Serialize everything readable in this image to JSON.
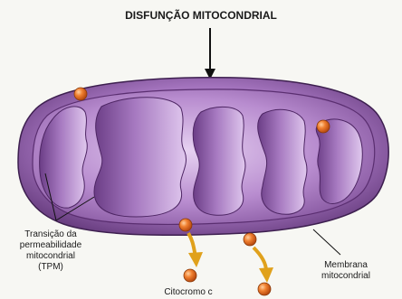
{
  "title": "DISFUNÇÃO MITOCONDRIAL",
  "labels": {
    "tpm_line1": "Transição da",
    "tpm_line2": "permeabilidade",
    "tpm_line3": "mitocondrial",
    "tpm_line4": "(TPM)",
    "cytochrome": "Citocromo c",
    "membrane_line1": "Membrana",
    "membrane_line2": "mitocondrial"
  },
  "colors": {
    "outer_membrane": "#6a3c82",
    "matrix": "#b58acb",
    "cristae": "#7a4c93",
    "cytochrome_particle": "#e0662a",
    "release_arrow": "#e0a11c"
  }
}
